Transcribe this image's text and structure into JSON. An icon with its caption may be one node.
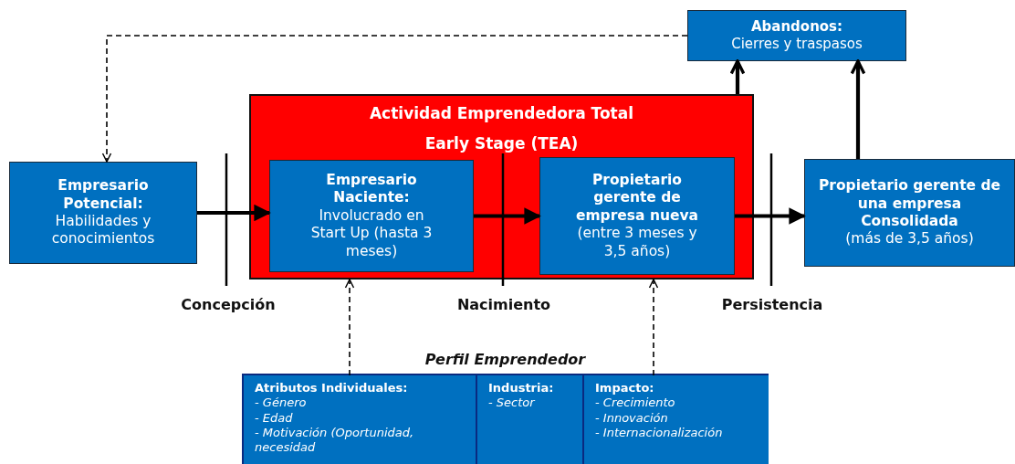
{
  "diagram": {
    "nodes": [
      {
        "text": [
          "Empresario Potencial:",
          "Habilidades y conocimientos"
        ]
      },
      {
        "text": [
          "Actividad Emprendedora Total Early Stage (TEA)"
        ]
      },
      {
        "text": [
          "Empresario Naciente:",
          "Involucrado en Start Up (hasta 3 meses)"
        ],
        "in": 1
      },
      {
        "text": [
          "Propietario gerente de empresa nueva",
          "(entre 3 meses y 3,5 años)"
        ],
        "in": 1
      },
      {
        "text": [
          "Propietario gerente de una empresa Consolidada",
          "(más de 3,5 años)"
        ]
      },
      {
        "text": [
          "Abandonos:",
          "Cierres y traspasos"
        ]
      },
      {
        "text": [
          "Perfil Emprendedor"
        ]
      },
      {
        "text": [
          "Atributos Individuales:",
          "- Género",
          "- Edad",
          "- Motivación (Oportunidad, necesidad"
        ],
        "in": 6
      },
      {
        "text": [
          "Industria:",
          "- Sector"
        ],
        "in": 6
      },
      {
        "text": [
          "Impacto:",
          "- Crecimiento",
          "- Innovación",
          "- Internacionalización"
        ],
        "in": 6
      }
    ],
    "edges": [
      {
        "from": 0,
        "to": 2,
        "arrow": "to"
      },
      {
        "from": 2,
        "to": 3,
        "arrow": "to"
      },
      {
        "from": 3,
        "to": 4,
        "arrow": "to"
      },
      {
        "from": 1,
        "to": 5,
        "arrow": "to"
      },
      {
        "from": 4,
        "to": 5,
        "arrow": "to"
      },
      {
        "from": 5,
        "to": 0,
        "arrow": "to",
        "style": "dashed"
      },
      {
        "from": 7,
        "to": 1,
        "arrow": "to",
        "style": "dashed"
      },
      {
        "from": 9,
        "to": 1,
        "arrow": "to",
        "style": "dashed"
      }
    ],
    "labels": [
      "Concepción",
      "Nacimiento",
      "Persistencia"
    ]
  }
}
